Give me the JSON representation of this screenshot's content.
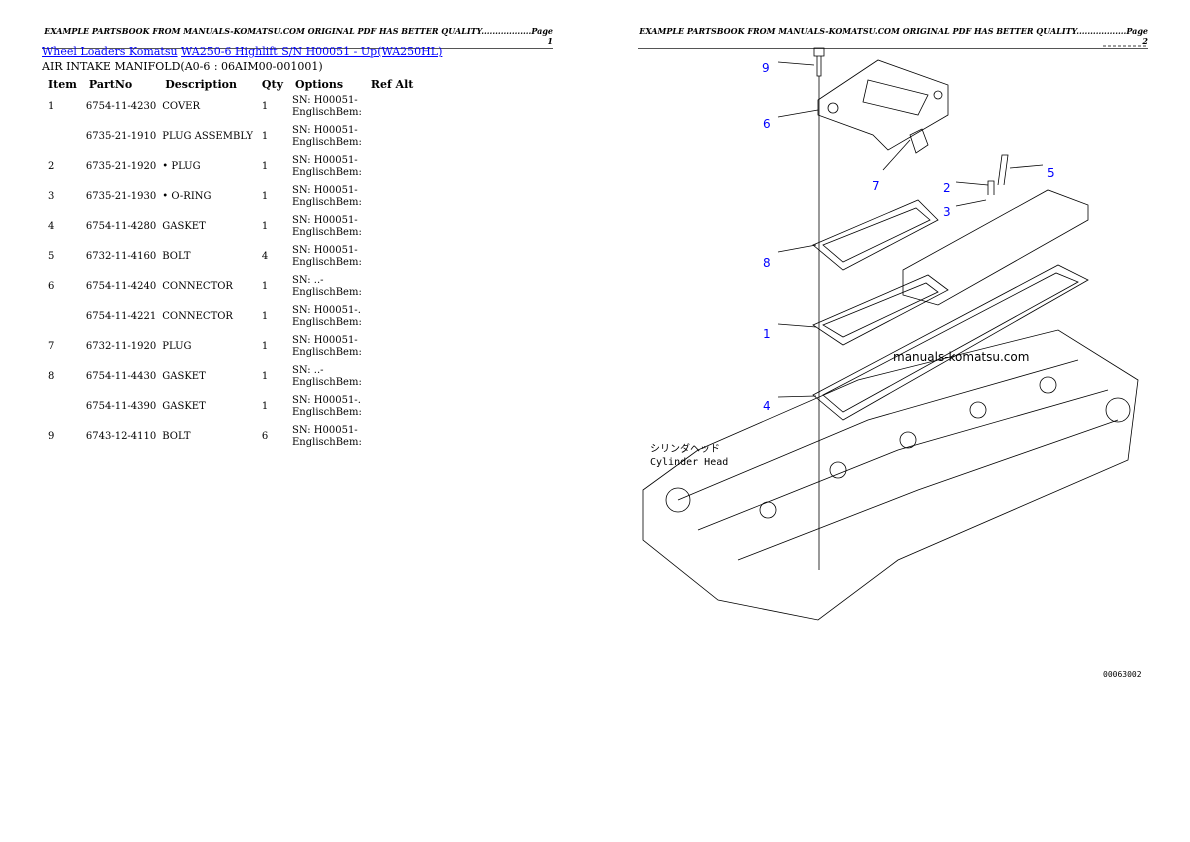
{
  "header": {
    "page1": "EXAMPLE PARTSBOOK FROM MANUALS-KOMATSU.COM ORIGINAL PDF HAS BETTER QUALITY..................Page 1",
    "page2": "EXAMPLE PARTSBOOK FROM MANUALS-KOMATSU.COM ORIGINAL PDF HAS BETTER QUALITY..................Page 2"
  },
  "breadcrumb": {
    "link1": "Wheel Loaders Komatsu",
    "link2": "WA250-6 Highlift S/N H00051 - Up(WA250HL)"
  },
  "subtitle": "AIR INTAKE MANIFOLD(A0-6 : 06AIM00-001001)",
  "table": {
    "columns": [
      "Item",
      "PartNo",
      "Description",
      "Qty",
      "Options",
      "Ref Alt"
    ],
    "rows": [
      {
        "item": "1",
        "part": "6754-11-4230",
        "desc": "COVER",
        "qty": "1",
        "opt1": "SN: H00051-",
        "opt2": "EnglischBem:"
      },
      {
        "item": "",
        "part": "6735-21-1910",
        "desc": "PLUG ASSEMBLY",
        "qty": "1",
        "opt1": "SN: H00051-",
        "opt2": "EnglischBem:"
      },
      {
        "item": "2",
        "part": "6735-21-1920",
        "desc": "• PLUG",
        "qty": "1",
        "opt1": "SN: H00051-",
        "opt2": "EnglischBem:"
      },
      {
        "item": "3",
        "part": "6735-21-1930",
        "desc": "• O-RING",
        "qty": "1",
        "opt1": "SN: H00051-",
        "opt2": "EnglischBem:"
      },
      {
        "item": "4",
        "part": "6754-11-4280",
        "desc": "GASKET",
        "qty": "1",
        "opt1": "SN: H00051-",
        "opt2": "EnglischBem:"
      },
      {
        "item": "5",
        "part": "6732-11-4160",
        "desc": "BOLT",
        "qty": "4",
        "opt1": "SN: H00051-",
        "opt2": "EnglischBem:"
      },
      {
        "item": "6",
        "part": "6754-11-4240",
        "desc": "CONNECTOR",
        "qty": "1",
        "opt1": "SN: ..-",
        "opt2": "EnglischBem:"
      },
      {
        "item": "",
        "part": "6754-11-4221",
        "desc": "CONNECTOR",
        "qty": "1",
        "opt1": "SN: H00051-.",
        "opt2": "EnglischBem:"
      },
      {
        "item": "7",
        "part": "6732-11-1920",
        "desc": "PLUG",
        "qty": "1",
        "opt1": "SN: H00051-",
        "opt2": "EnglischBem:"
      },
      {
        "item": "8",
        "part": "6754-11-4430",
        "desc": "GASKET",
        "qty": "1",
        "opt1": "SN: ..-",
        "opt2": "EnglischBem:"
      },
      {
        "item": "",
        "part": "6754-11-4390",
        "desc": "GASKET",
        "qty": "1",
        "opt1": "SN: H00051-.",
        "opt2": "EnglischBem:"
      },
      {
        "item": "9",
        "part": "6743-12-4110",
        "desc": "BOLT",
        "qty": "6",
        "opt1": "SN: H00051-",
        "opt2": "EnglischBem:"
      }
    ]
  },
  "diagram": {
    "callouts": [
      "9",
      "6",
      "7",
      "2",
      "3",
      "5",
      "8",
      "1",
      "4"
    ],
    "watermark": "manuals-komatsu.com",
    "label_jp": "シリンダヘッド",
    "label_en": "Cylinder Head",
    "drawing_code": "00063002",
    "callout_color": "#0000ff"
  }
}
